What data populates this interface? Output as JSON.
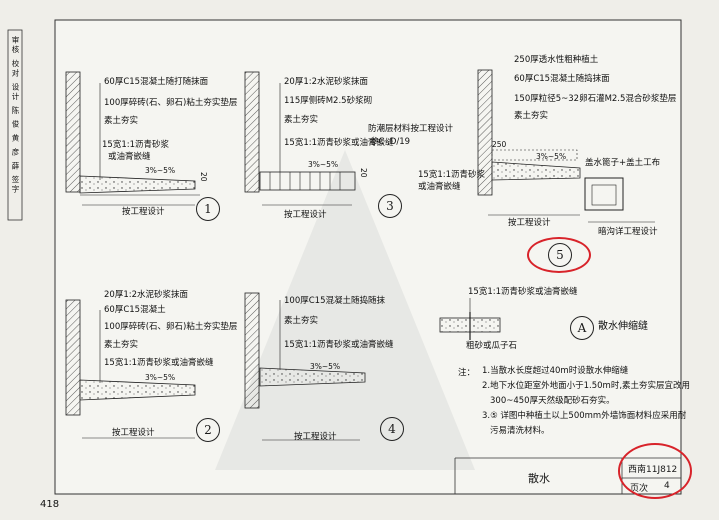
{
  "page_number": "418",
  "side_strip": [
    "审核",
    "校对",
    "设计",
    "陈 俊",
    "黄 彦",
    "薛",
    "签字"
  ],
  "watermark": "",
  "d1": {
    "number": "1",
    "layers": [
      "60厚C15混凝土随打随抹面",
      "100厚碎砖(石、卵石)粘土夯实垫层",
      "素土夯实"
    ],
    "joint": [
      "15宽1:1沥青砂浆",
      "或油膏嵌缝"
    ],
    "slope": "3%~5%",
    "dim": "20",
    "caption": "按工程设计"
  },
  "d2": {
    "number": "2",
    "layers": [
      "20厚1:2水泥砂浆抹面",
      "60厚C15混凝土",
      "100厚碎砖(石、卵石)粘土夯实垫层",
      "素土夯实"
    ],
    "joint": [
      "15宽1:1沥青砂浆或油膏嵌缝"
    ],
    "slope": "3%~5%",
    "caption": "按工程设计"
  },
  "d3": {
    "number": "3",
    "layers": [
      "20厚1:2水泥砂浆抹面",
      "115厚侧砖M2.5砂浆砌",
      "素土夯实"
    ],
    "joint": [
      "15宽1:1沥青砂浆或油膏嵌缝"
    ],
    "slope": "3%~5%",
    "dim": "20",
    "caption": "按工程设计"
  },
  "d4": {
    "number": "4",
    "layers": [
      "100厚C15混凝土随捣随抹",
      "素土夯实"
    ],
    "joint": [
      "15宽1:1沥青砂浆或油膏嵌缝"
    ],
    "slope": "3%~5%",
    "caption": "按工程设计"
  },
  "d5": {
    "number": "5",
    "layers": [
      "250厚透水性粗种植土",
      "60厚C15混凝土随捣抹面",
      "150厚粒径5~32卵石灌M2.5混合砂浆垫层",
      "素土夯实"
    ],
    "left_note": [
      "防潮层材料按工程设计",
      "参C ,D/19"
    ],
    "joint": [
      "15宽1:1沥青砂浆",
      "或油膏嵌缝"
    ],
    "slope": "3%~5%",
    "dim": "250",
    "ditch_note": "盖水篦子+盖土工布",
    "ditch_caption": "暗沟详工程设计",
    "caption": "按工程设计"
  },
  "dA": {
    "letter": "A",
    "title": "散水伸缩缝",
    "top_note": "15宽1:1沥青砂浆或油膏嵌缝",
    "bottom_note": "粗砂或瓜子石"
  },
  "notes": {
    "label": "注：",
    "items": [
      "1.当散水长度超过40m时设散水伸缩缝",
      "2.地下水位距室外地面小于1.50m时,素土夯实层宜改用",
      "300~450厚天然级配砂石夯实。",
      "3.⑤ 详图中种植土以上500mm外墙饰面材料应采用耐",
      "污易清洗材料。"
    ]
  },
  "title_block": {
    "title": "散水",
    "code": "西南11J812",
    "page_label": "页次",
    "page_no": "4"
  },
  "colors": {
    "highlight": "#d8232a",
    "ink": "#1a1a1a",
    "paper": "#efeee9"
  }
}
